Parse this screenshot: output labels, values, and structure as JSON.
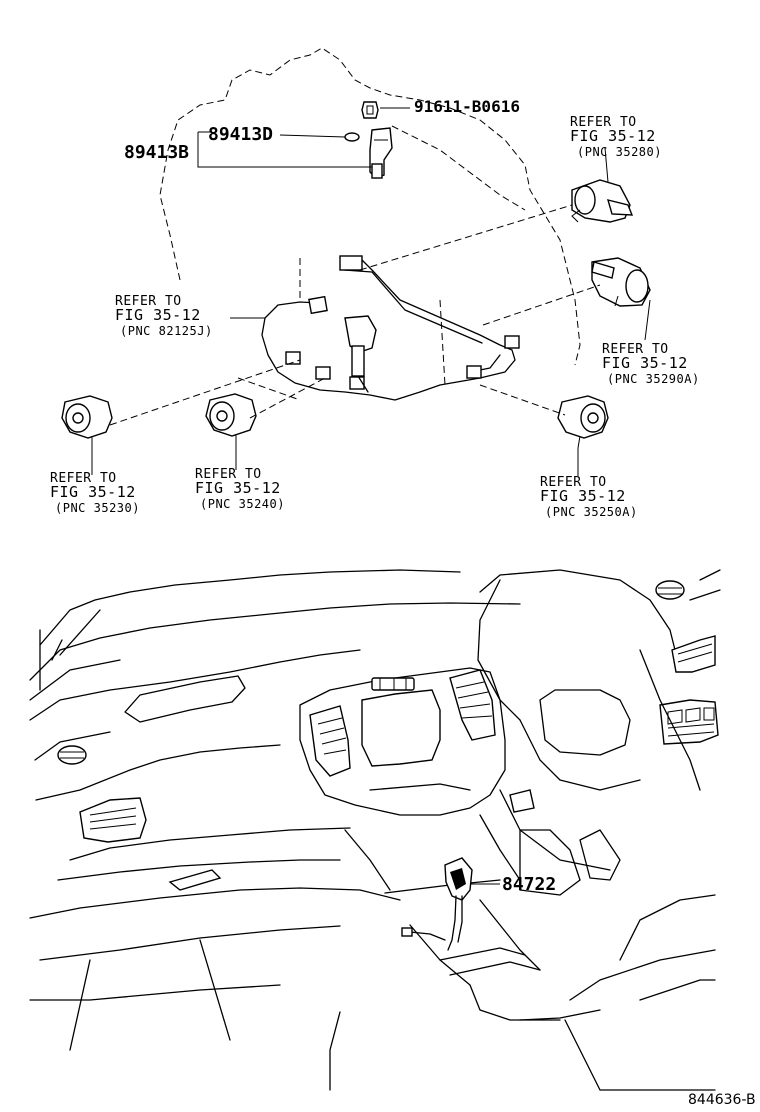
{
  "part_numbers": {
    "sensor_group": "89413B",
    "sensor": "89413D",
    "bolt": "91611-B0616",
    "pickup": "84722"
  },
  "refs": {
    "solenoid_35280": {
      "line1": "REFER TO",
      "line2": "FIG 35-12",
      "line3": "(PNC 35280)"
    },
    "harness_82125j": {
      "line1": "REFER TO",
      "line2": "FIG 35-12",
      "line3": "(PNC 82125J)"
    },
    "solenoid_35290a": {
      "line1": "REFER TO",
      "line2": "FIG 35-12",
      "line3": "(PNC 35290A)"
    },
    "solenoid_35230": {
      "line1": "REFER TO",
      "line2": "FIG 35-12",
      "line3": "(PNC 35230)"
    },
    "solenoid_35240": {
      "line1": "REFER TO",
      "line2": "FIG 35-12",
      "line3": "(PNC 35240)"
    },
    "solenoid_35250a": {
      "line1": "REFER TO",
      "line2": "FIG 35-12",
      "line3": "(PNC 35250A)"
    }
  },
  "figure_code": "844636-B"
}
